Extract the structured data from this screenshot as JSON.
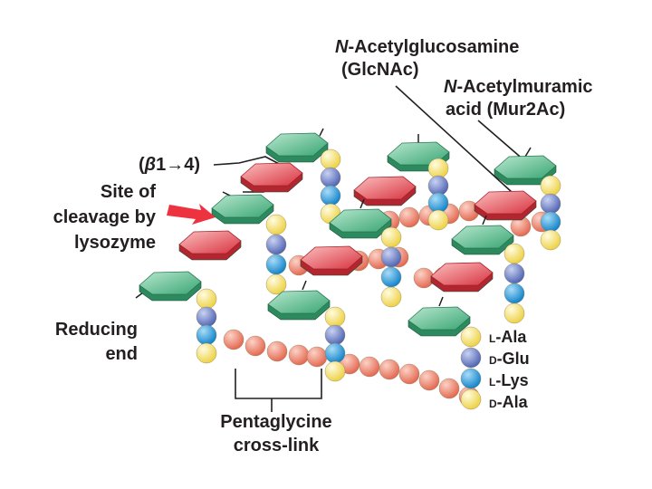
{
  "labels": {
    "glcnac_line1_italic": "N",
    "glcnac_line1_rest": "-Acetylglucosamine",
    "glcnac_line2": "(GlcNAc)",
    "murnac_line1_italic": "N",
    "murnac_line1_rest": "-Acetylmuramic",
    "murnac_line2": "acid (Mur2Ac)",
    "bond_open": "(",
    "bond_beta": "β",
    "bond_rest": "1→4)",
    "cleavage_line1": "Site of",
    "cleavage_line2": "cleavage by",
    "cleavage_line3": "lysozyme",
    "reducing_line1": "Reducing",
    "reducing_line2": "end",
    "crosslink_line1": "Pentaglycine",
    "crosslink_line2": "cross-link"
  },
  "peptide_key": [
    {
      "prefix": "L",
      "name": "-Ala"
    },
    {
      "prefix": "D",
      "name": "-Glu"
    },
    {
      "prefix": "L",
      "name": "-Lys"
    },
    {
      "prefix": "D",
      "name": "-Ala"
    }
  ],
  "colors": {
    "glcnac": "#5cbf92",
    "murnac": "#e8555f",
    "ala": "#f7e06a",
    "glu": "#6c7fc6",
    "lys": "#1f9ae0",
    "gly": "#f2836d",
    "arrow": "#ee3340"
  }
}
